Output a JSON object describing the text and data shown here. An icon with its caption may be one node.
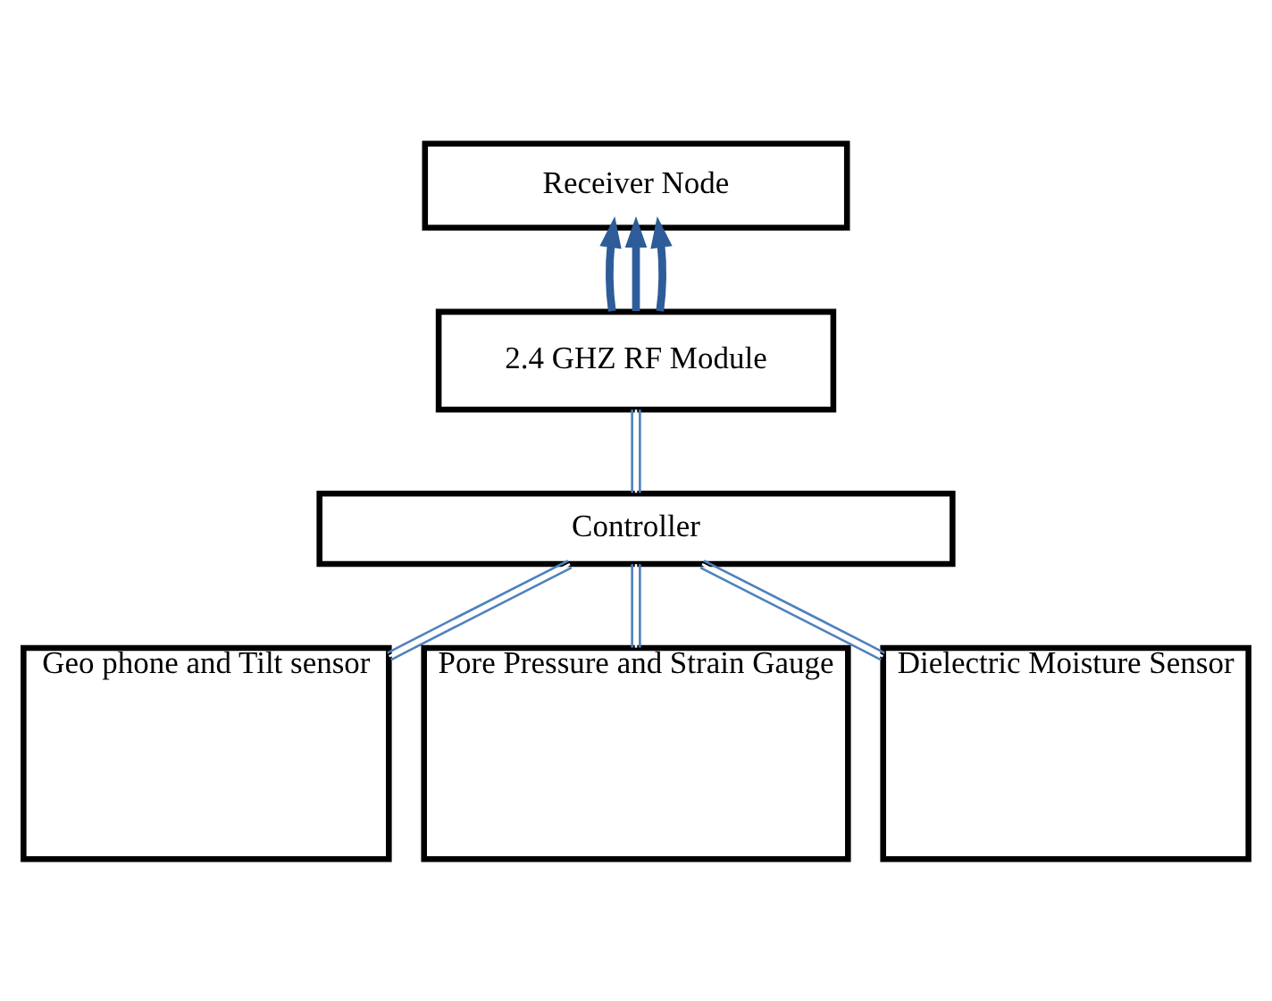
{
  "diagram": {
    "nodes": [
      {
        "text": [
          "Receiver Node"
        ]
      },
      {
        "text": [
          "2.4 GHZ RF Module"
        ]
      },
      {
        "text": [
          "Controller"
        ]
      },
      {
        "text": [
          "Geo phone and Tilt sensor"
        ]
      },
      {
        "text": [
          "Pore Pressure and Strain Gauge"
        ]
      },
      {
        "text": [
          "Dielectric Moisture Sensor"
        ]
      }
    ],
    "edges": [
      {
        "from": 1,
        "to": 0,
        "arrow": "to",
        "style": "thick",
        "color": "#2e5c99"
      },
      {
        "from": 1,
        "to": 0,
        "arrow": "to",
        "style": "thick",
        "color": "#2e5c99"
      },
      {
        "from": 1,
        "to": 0,
        "arrow": "to",
        "style": "thick",
        "color": "#2e5c99"
      },
      {
        "from": 2,
        "to": 1,
        "arrow": "none",
        "color": "#4f81bd"
      },
      {
        "from": 3,
        "to": 2,
        "arrow": "none",
        "color": "#4f81bd"
      },
      {
        "from": 4,
        "to": 2,
        "arrow": "none",
        "color": "#4f81bd"
      },
      {
        "from": 5,
        "to": 2,
        "arrow": "none",
        "color": "#4f81bd"
      }
    ]
  }
}
